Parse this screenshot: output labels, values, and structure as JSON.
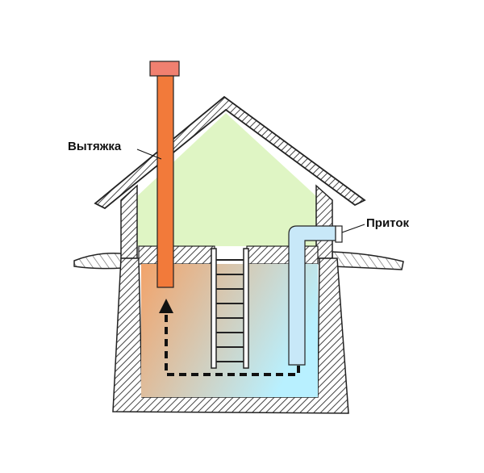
{
  "labels": {
    "exhaust": "Вытяжка",
    "intake": "Приток"
  },
  "colors": {
    "attic_fill": "#dff5c4",
    "exhaust_pipe": "#f27a3a",
    "exhaust_cap": "#f08070",
    "intake_pipe": "#c8e8f8",
    "cellar_warm": "#f2a36a",
    "cellar_cool": "#b8f0ff",
    "outline": "#1a1a1a",
    "wall_hatch": "#555555"
  },
  "icons": {
    "airflow": "dashed-arrow-up",
    "ladder": "wooden-ladder"
  }
}
